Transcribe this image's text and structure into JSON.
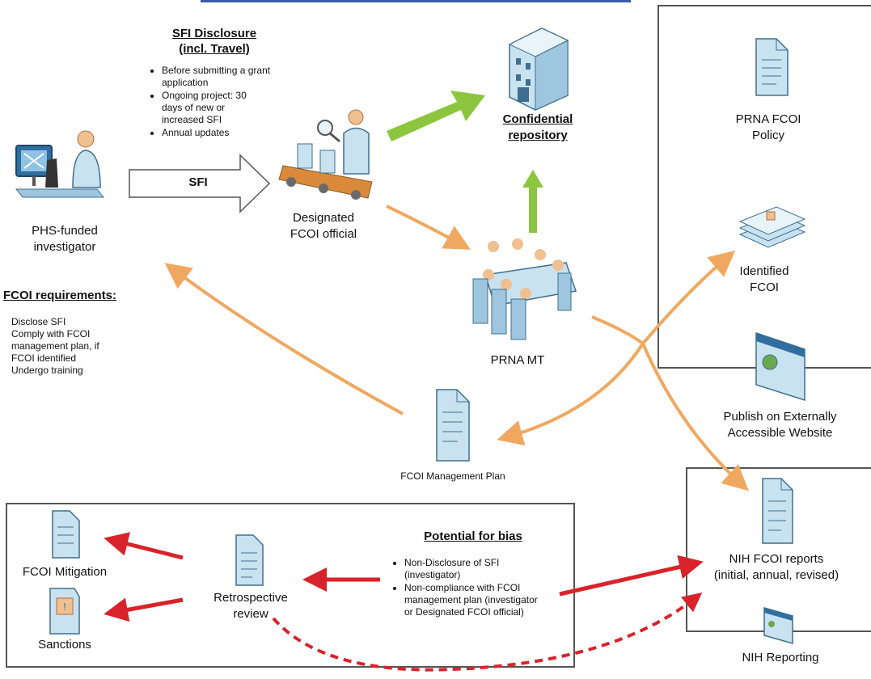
{
  "sfi_disclosure": {
    "title_line1": "SFI Disclosure",
    "title_line2": "(incl. Travel)",
    "bullets": [
      "Before submitting a grant application",
      "Ongoing project: 30 days of new or increased SFI",
      "Annual updates"
    ]
  },
  "sfi_arrow_label": "SFI",
  "nodes": {
    "investigator": "PHS-funded investigator",
    "designated_official": "Designated FCOI official",
    "confidential_repository": "Confidential repository",
    "prna_mt": "PRNA MT",
    "prna_policy": "PRNA FCOI Policy",
    "identified_fcoi": "Identified FCOI",
    "publish_website": "Publish on Externally Accessible Website",
    "management_plan": "FCOI Management Plan",
    "nih_reports_line1": "NIH FCOI reports",
    "nih_reports_line2": "(initial, annual, revised)",
    "nih_reporting": "NIH Reporting",
    "fcoi_mitigation": "FCOI Mitigation",
    "sanctions": "Sanctions",
    "retrospective_review": "Retrospective review"
  },
  "fcoi_requirements": {
    "title": "FCOI requirements:",
    "items": [
      "Disclose SFI",
      "Comply with FCOI management plan, if FCOI identified",
      "Undergo training"
    ]
  },
  "potential_bias": {
    "title": "Potential for bias",
    "bullets": [
      "Non-Disclosure of SFI (investigator)",
      "Non-compliance with FCOI management plan (investigator or Designated FCOI official)"
    ]
  },
  "colors": {
    "green_arrow": "#8cc63f",
    "orange_arrow": "#f0a860",
    "red_arrow": "#d9232a",
    "icon_fill": "#c9e2f0",
    "icon_stroke": "#3f6f90"
  },
  "icons": [
    "investigator-icon",
    "inspection-icon",
    "building-icon",
    "meeting-icon",
    "document-icon",
    "stacked-documents-icon",
    "website-icon",
    "id-badge-icon"
  ]
}
